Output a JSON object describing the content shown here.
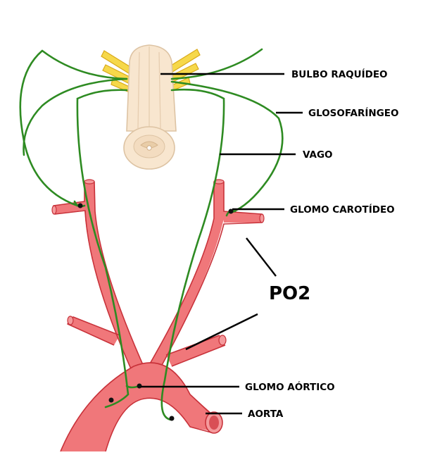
{
  "labels": {
    "bulbo": "BULBO RAQUÍDEO",
    "glosofaringeo": "GLOSOFARÍNGEO",
    "vago": "VAGO",
    "glomo_carotideo": "GLOMO CAROTÍDEO",
    "po2": "PO2",
    "glomo_aortico": "GLOMO AÓRTICO",
    "aorta": "AORTA"
  },
  "colors": {
    "nerve": "#2e8b22",
    "vessel": "#f0777a",
    "vessel_outline": "#c8323a",
    "medulla": "#f8e6cf",
    "medulla_outline": "#ddc3a3",
    "roots": "#f4d23a",
    "leader": "#000000"
  }
}
